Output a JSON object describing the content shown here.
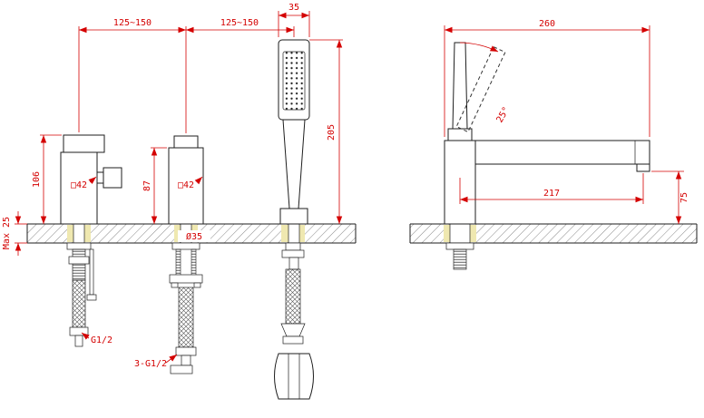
{
  "drawing": {
    "dimensions": {
      "spacing_left": "125~150",
      "spacing_right": "125~150",
      "shower_head_width": "35",
      "shower_height": "205",
      "mixer_height": "106",
      "diverter_height": "87",
      "mixer_body_square": "□42",
      "diverter_body_square": "□42",
      "mounting_hole_diameter": "Ø35",
      "deck_thickness_max": "Max 25",
      "hose_thread": "G1/2",
      "inlet_threads": "3-G1/2",
      "side_overall_width": "260",
      "spout_reach": "217",
      "spout_outlet_height": "75",
      "handle_swing_angle": "25°"
    },
    "colors": {
      "dimension_red": "#d40000",
      "line_black": "#1e1e1e",
      "seal_yellow": "#efe8b0"
    }
  }
}
